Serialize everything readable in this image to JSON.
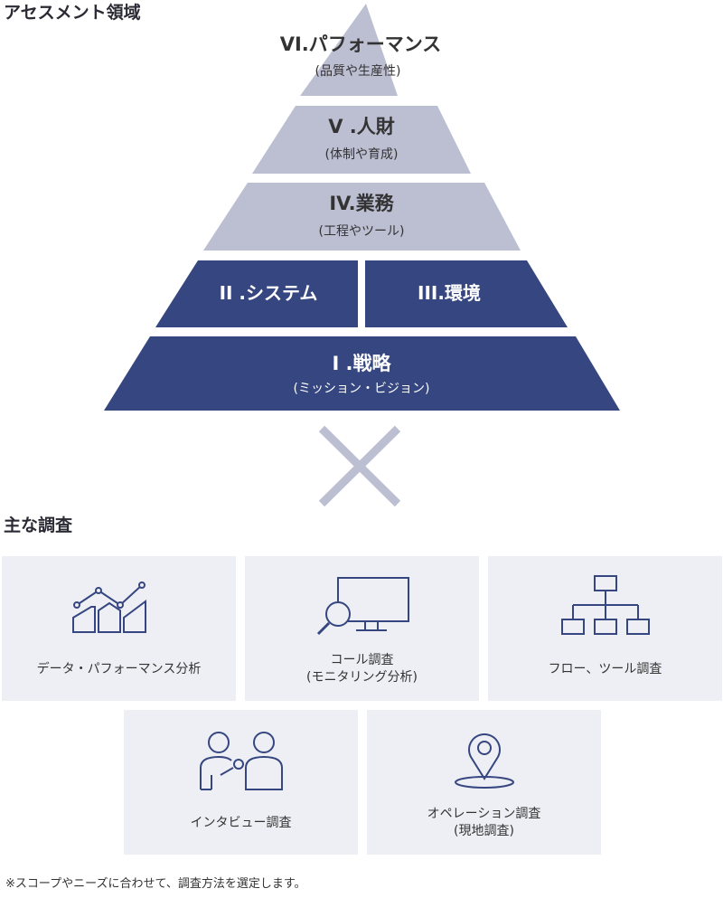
{
  "pyramid": {
    "title": "アセスメント領域",
    "tiers": [
      {
        "id": "vi",
        "label": "VI.パフォーマンス",
        "sub": "(品質や生産性)"
      },
      {
        "id": "v",
        "label": "V .人財",
        "sub": "(体制や育成)"
      },
      {
        "id": "iv",
        "label": "IV.業務",
        "sub": "(工程やツール)"
      },
      {
        "id": "ii",
        "label": "II .システム",
        "sub": ""
      },
      {
        "id": "iii",
        "label": "III.環境",
        "sub": ""
      },
      {
        "id": "i",
        "label": "I .戦略",
        "sub": "(ミッション・ビジョン)"
      }
    ],
    "colors": {
      "light": "#bcbfd2",
      "dark": "#354680",
      "light_text": "#333333",
      "dark_text": "#ffffff",
      "cross": "#bcbfd2"
    }
  },
  "survey": {
    "title": "主な調査",
    "cards": [
      {
        "id": "data",
        "icon": "chart-icon",
        "label": "データ・パフォーマンス分析",
        "sub": ""
      },
      {
        "id": "call",
        "icon": "monitor-search-icon",
        "label": "コール調査",
        "sub": "(モニタリング分析)"
      },
      {
        "id": "flow",
        "icon": "org-chart-icon",
        "label": "フロー、ツール調査",
        "sub": ""
      },
      {
        "id": "interview",
        "icon": "interview-icon",
        "label": "インタビュー調査",
        "sub": ""
      },
      {
        "id": "operation",
        "icon": "location-pin-icon",
        "label": "オペレーション調査",
        "sub": "(現地調査)"
      }
    ],
    "colors": {
      "card_bg": "#eeeff4",
      "icon_stroke": "#354680"
    }
  },
  "footnote": "※スコープやニーズに合わせて、調査方法を選定します。"
}
